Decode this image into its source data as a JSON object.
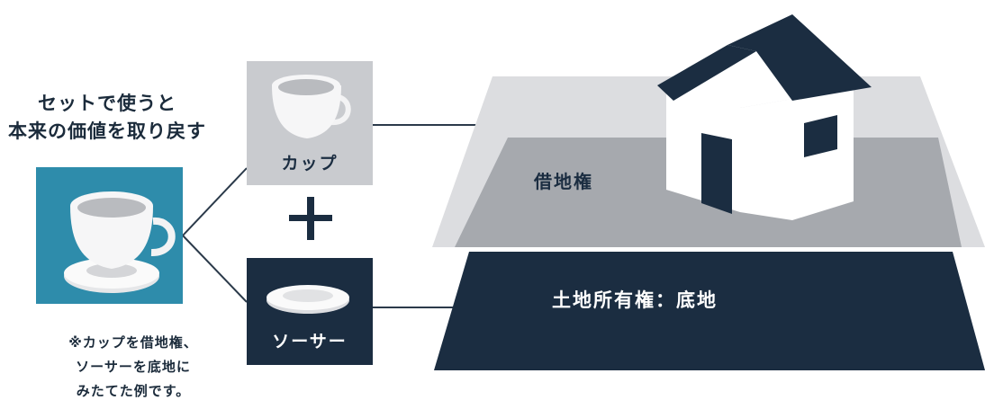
{
  "left_caption": {
    "line1": "セットで使うと",
    "line2": "本来の価値を取り戻す"
  },
  "cup_card": {
    "label": "カップ"
  },
  "saucer_card": {
    "label": "ソーサー"
  },
  "plus_sign": "+",
  "footnote": {
    "line1": "※カップを借地権、",
    "line2": "ソーサーを底地に",
    "line3": "みたてた例です。"
  },
  "land": {
    "leasehold_label": "借地権",
    "ownership_label": "土地所有権：底地"
  },
  "colors": {
    "navy": "#1b2d41",
    "teal": "#2e8cab",
    "card_gray": "#c9cbcf",
    "plane_light": "#dcdde0",
    "plane_mid": "#a6a9ae",
    "connector": "#2b3a4a"
  },
  "icons": [
    "coffee-cup-icon",
    "coffee-cup-icon",
    "saucer-icon",
    "house-icon",
    "plus-icon"
  ]
}
